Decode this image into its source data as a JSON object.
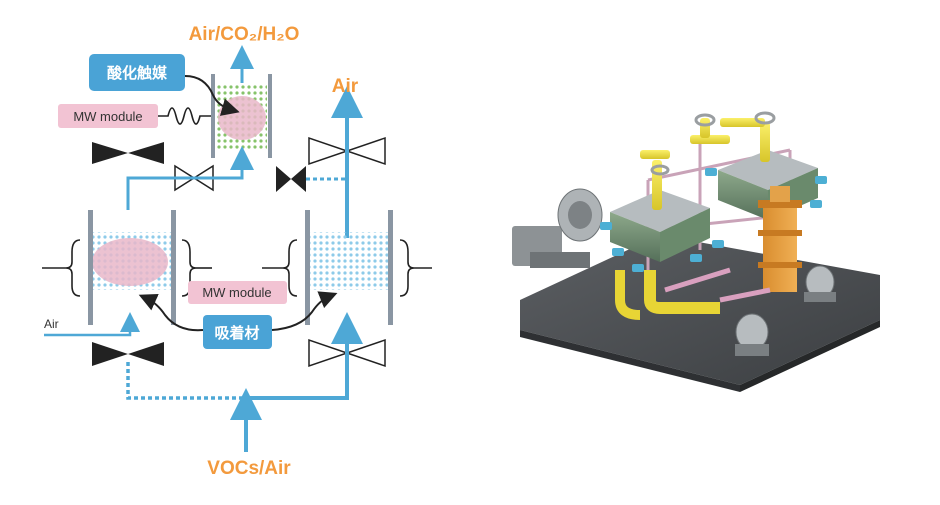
{
  "diagram": {
    "labels": {
      "outlet_top": "Air/CO₂/H₂O",
      "outlet_right": "Air",
      "inlet": "VOCs/Air",
      "air_left": "Air",
      "oxidation_catalyst": "酸化触媒",
      "mw_module_top": "MW module",
      "mw_module_mid": "MW module",
      "adsorbent": "吸着材"
    },
    "colors": {
      "flow_blue": "#4ea8d6",
      "accent_orange": "#f39a3d",
      "tag_blue": "#4aa3d6",
      "tag_pink": "#f2c3d3",
      "valve_black": "#222222",
      "column_gray": "#8a96a3"
    }
  },
  "photo": {
    "subject": "3D render of VOC treatment apparatus",
    "colors": {
      "background": "#ffffff",
      "base_plate": "#4a4d51",
      "pipe_yellow": "#f3e23a",
      "reactor_orange": "#e39a35",
      "fittings_blue": "#4dafd4"
    }
  }
}
